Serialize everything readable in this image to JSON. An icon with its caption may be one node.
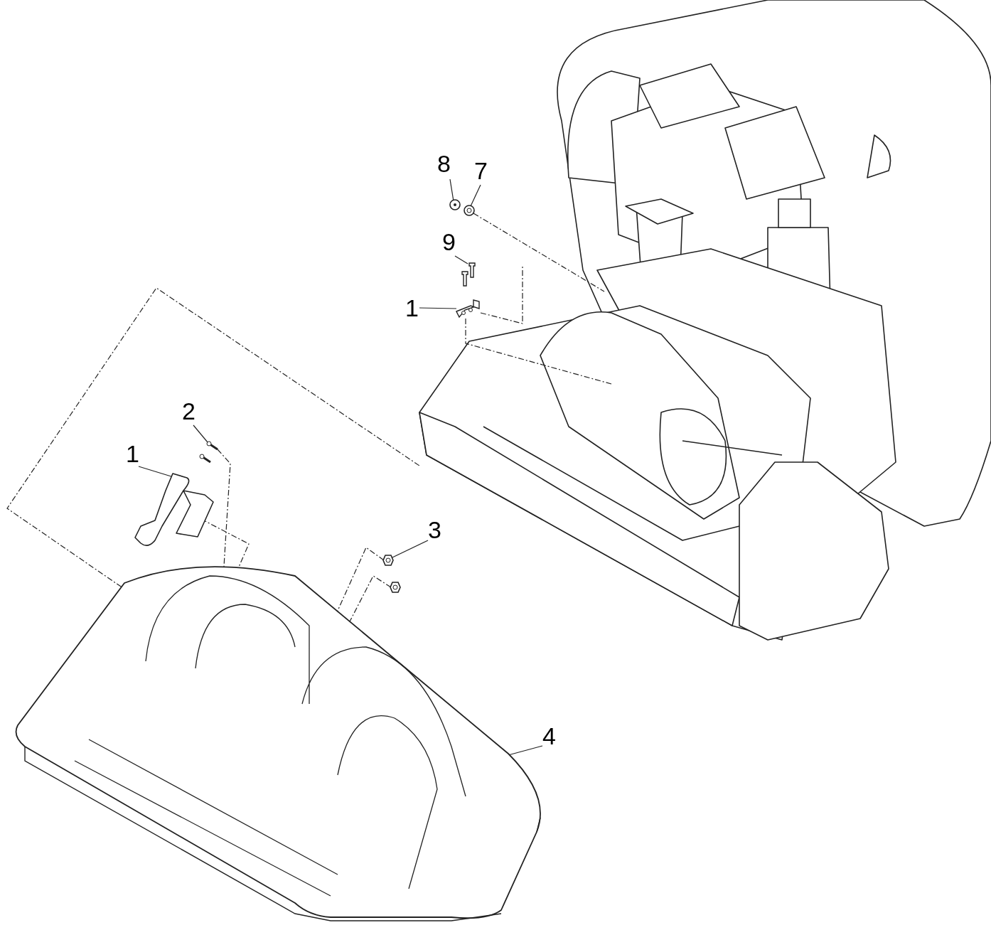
{
  "diagram": {
    "nodes": [
      {
        "text": [
          "8"
        ]
      },
      {
        "text": [
          "7"
        ]
      },
      {
        "text": [
          "9"
        ]
      },
      {
        "text": [
          "1"
        ]
      },
      {
        "text": [
          "2"
        ]
      },
      {
        "text": [
          "1"
        ]
      },
      {
        "text": [
          "3"
        ]
      },
      {
        "text": [
          "4"
        ]
      },
      {
        "text": [],
        "shape": "picture"
      },
      {
        "text": [],
        "shape": "picture"
      },
      {
        "text": [],
        "shape": "picture"
      },
      {
        "text": [],
        "shape": "picture"
      },
      {
        "text": [],
        "shape": "picture"
      },
      {
        "text": [],
        "shape": "picture"
      },
      {
        "text": [],
        "shape": "picture"
      },
      {
        "text": [],
        "shape": "picture"
      },
      {
        "text": [],
        "shape": "picture"
      },
      {
        "text": [],
        "shape": "picture"
      }
    ],
    "edges": [
      {
        "from": 0,
        "to": 8,
        "arrow": "none"
      },
      {
        "from": 1,
        "to": 9,
        "arrow": "none"
      },
      {
        "from": 2,
        "to": 10,
        "arrow": "none"
      },
      {
        "from": 3,
        "to": 11,
        "arrow": "none"
      },
      {
        "from": 4,
        "to": 12,
        "arrow": "none"
      },
      {
        "from": 5,
        "to": 13,
        "arrow": "none"
      },
      {
        "from": 6,
        "to": 14,
        "arrow": "none"
      },
      {
        "from": 7,
        "to": 15,
        "arrow": "none"
      },
      {
        "from": 13,
        "to": 15,
        "arrow": "none",
        "style": "dashed"
      },
      {
        "from": 12,
        "to": 15,
        "arrow": "none",
        "style": "dashed"
      },
      {
        "from": 14,
        "to": 15,
        "arrow": "none",
        "style": "dashed"
      },
      {
        "from": 17,
        "to": 15,
        "arrow": "none",
        "style": "dashed"
      },
      {
        "from": 9,
        "to": 16,
        "arrow": "none",
        "style": "dashed"
      },
      {
        "from": 11,
        "to": 16,
        "arrow": "none",
        "style": "dashed"
      },
      {
        "from": 11,
        "to": 16,
        "arrow": "none",
        "style": "dashed"
      },
      {
        "from": 15,
        "to": 16,
        "arrow": "none",
        "style": "dashed"
      }
    ]
  }
}
